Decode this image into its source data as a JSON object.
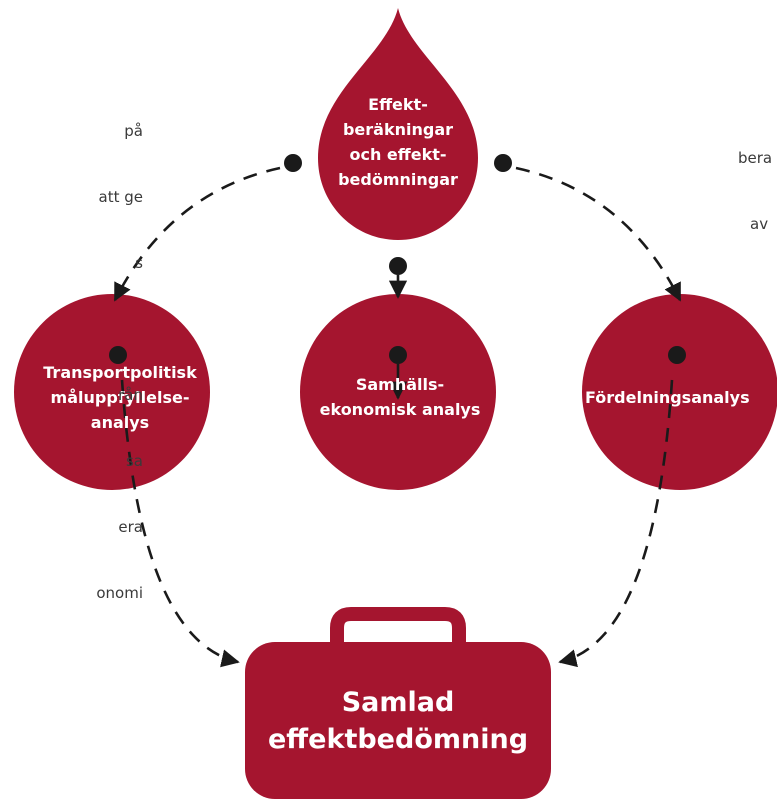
{
  "colors": {
    "shape_fill": "#A5152F",
    "label_text": "#FFFFFF",
    "arrow": "#1A1A1A",
    "side_text": "#3A3A3A"
  },
  "diagram": {
    "top_node": {
      "label": "Effekt-\nberäkningar\noch effekt-\nbedömningar",
      "shape": "drop"
    },
    "middle_nodes": [
      {
        "label": "Transportpolitisk\nmåluppfyllelse-\nanalys",
        "shape": "circle"
      },
      {
        "label": "Samhälls-\nekonomisk analys",
        "shape": "circle"
      },
      {
        "label": "Fördelningsanalys",
        "shape": "circle"
      }
    ],
    "bottom_node": {
      "label": "Samlad\neffektbedömning",
      "shape": "suitcase"
    }
  },
  "side_text_left": {
    "line1": "på",
    "line2": "att ge",
    "line3": "s",
    "line4": "rån",
    "line5": "sa",
    "line6": "era",
    "line7": "onomi"
  },
  "side_text_right": {
    "line1": "bera",
    "line2": "av"
  }
}
